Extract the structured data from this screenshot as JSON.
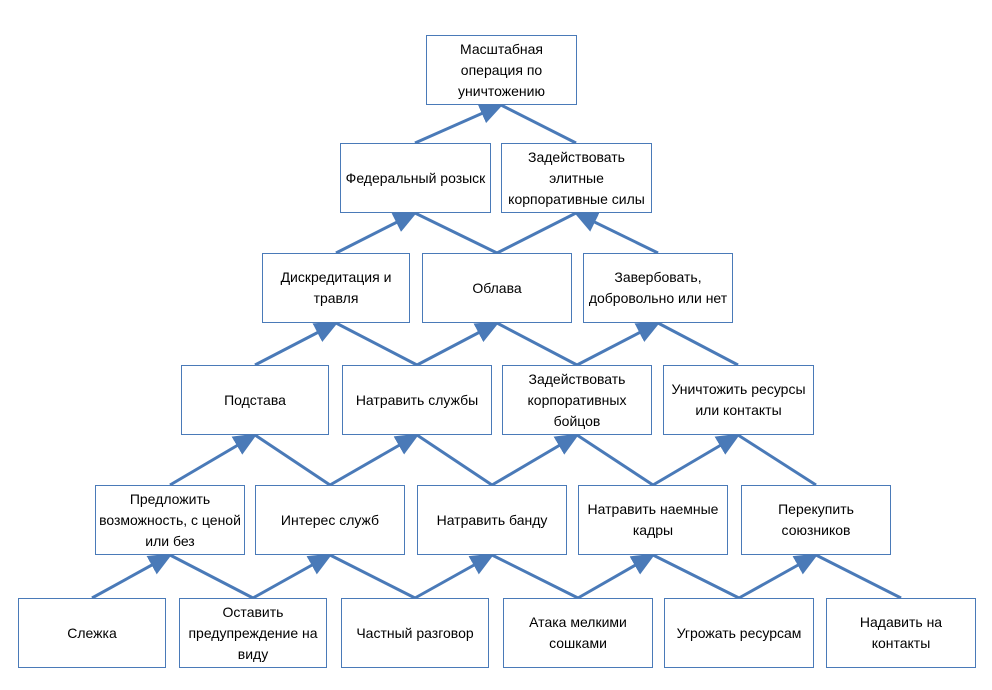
{
  "diagram": {
    "top": "Масштабная операция по уничтожению",
    "level2": [
      "Федеральный розыск",
      "Задействовать элитные корпоративные силы"
    ],
    "level3": [
      "Дискредитация и травля",
      "Облава",
      "Завербовать, добровольно или нет"
    ],
    "level4": [
      "Подстава",
      "Натравить службы",
      "Задействовать корпоративных бойцов",
      "Уничтожить ресурсы или контакты"
    ],
    "level5": [
      "Предложить возможность, с ценой или без",
      "Интерес служб",
      "Натравить банду",
      "Натравить наемные кадры",
      "Перекупить союзников"
    ],
    "level6": [
      "Слежка",
      "Оставить предупреждение на виду",
      "Частный разговор",
      "Атака мелкими сошками",
      "Угрожать ресурсам",
      "Надавить на контакты"
    ],
    "connector_color": "#4a7ab8",
    "arrow_direction": "upward"
  }
}
